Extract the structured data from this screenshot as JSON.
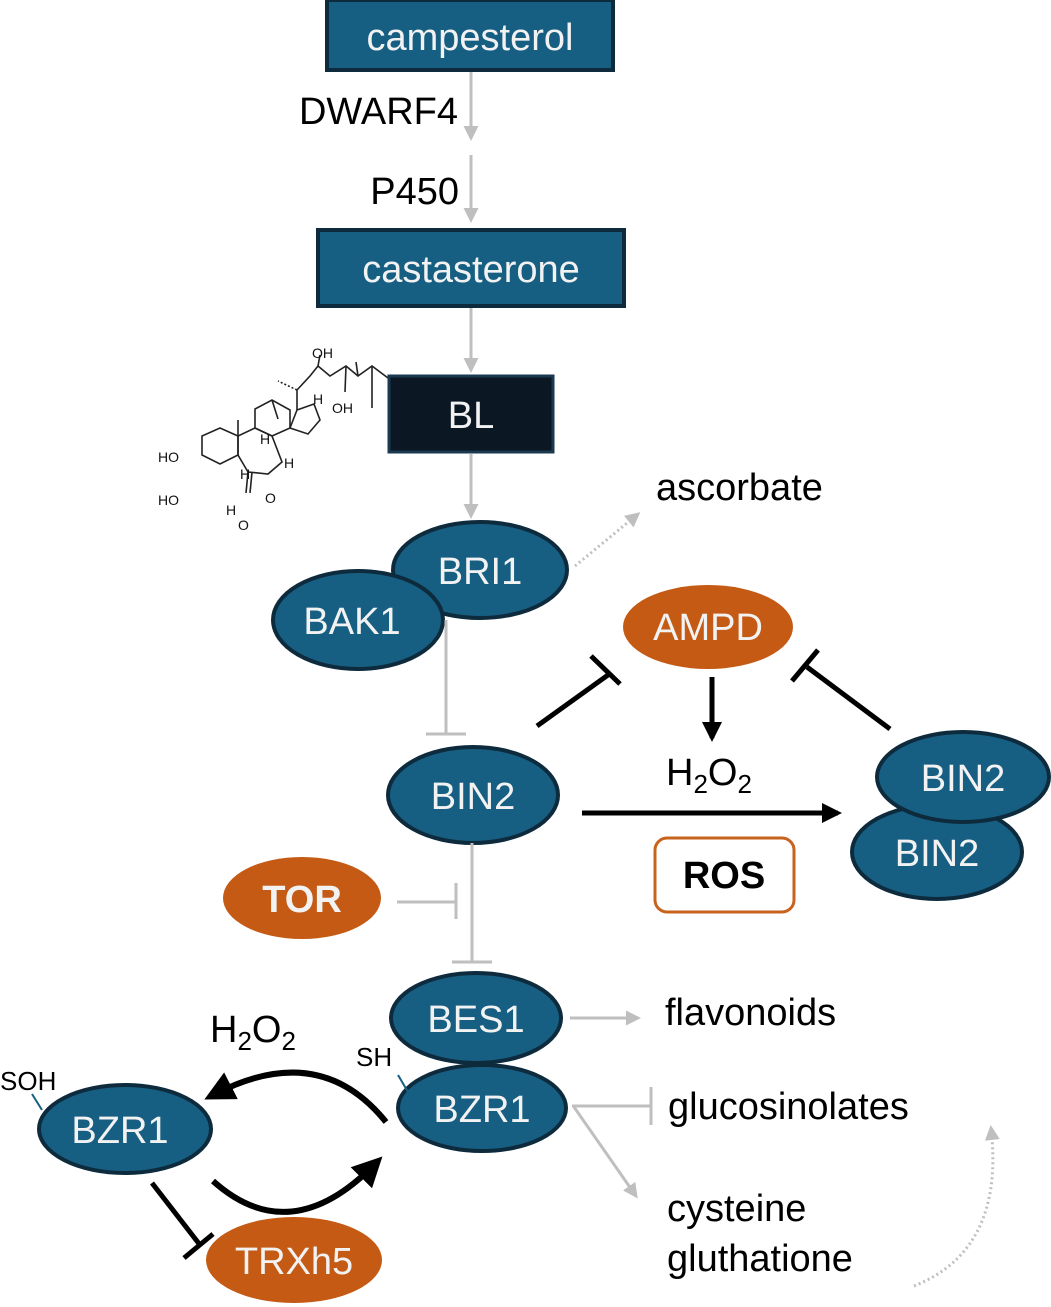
{
  "colors": {
    "blue_fill": "#175f82",
    "blue_stroke": "#0d2b3d",
    "dark_fill": "#0b1722",
    "orange_fill": "#c45a14",
    "gray_arrow": "#bfbfbf",
    "black_arrow": "#000000",
    "ros_border": "#c8631e"
  },
  "nodes": {
    "campesterol": "campesterol",
    "castasterone": "castasterone",
    "bl": "BL",
    "bri1": "BRI1",
    "bak1": "BAK1",
    "ampd": "AMPD",
    "bin2": "BIN2",
    "bin2_dimer_top": "BIN2",
    "bin2_dimer_bottom": "BIN2",
    "tor": "TOR",
    "bes1": "BES1",
    "bzr1_reduced": "BZR1",
    "bzr1_oxidized": "BZR1",
    "trxh5": "TRXh5",
    "ros": "ROS"
  },
  "labels": {
    "dwarf4": "DWARF4",
    "p450": "P450",
    "ascorbate": "ascorbate",
    "h2o2_top": {
      "base1": "H",
      "sub1": "2",
      "base2": "O",
      "sub2": "2"
    },
    "h2o2_cycle": {
      "base1": "H",
      "sub1": "2",
      "base2": "O",
      "sub2": "2"
    },
    "flavonoids": "flavonoids",
    "glucosinolates": "glucosinolates",
    "cysteine": "cysteine",
    "gluthatione": "gluthatione",
    "sh": "SH",
    "soh": "SOH"
  },
  "structure": {
    "atoms": [
      "OH",
      "H",
      "OH",
      "H",
      "H",
      "HO",
      "HO",
      "H",
      "H",
      "O",
      "O"
    ]
  }
}
